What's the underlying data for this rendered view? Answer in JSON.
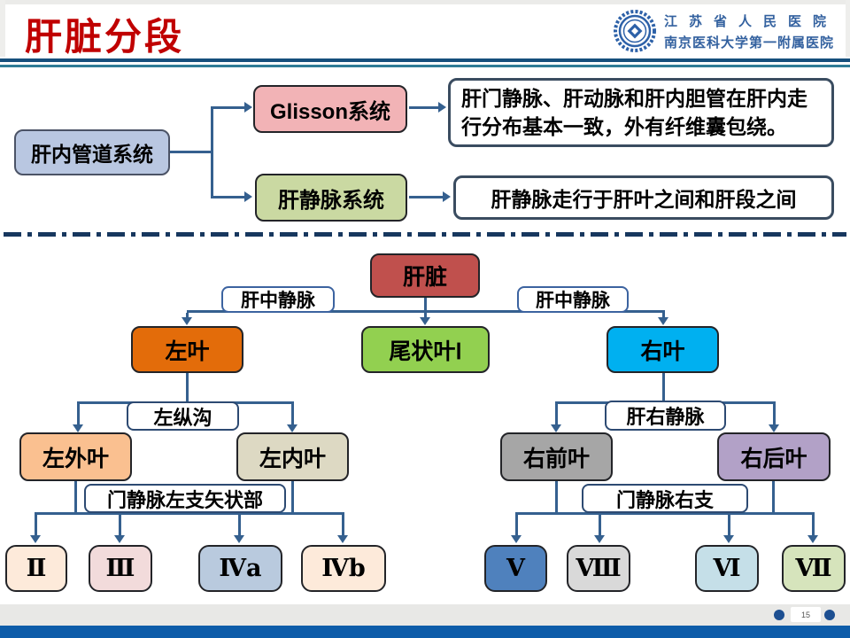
{
  "slide": {
    "title": "肝脏分段",
    "logo": {
      "line1": "江苏省人民医院",
      "line2": "南京医科大学第一附属医院"
    },
    "page_number": "15"
  },
  "top_flow": {
    "root": "肝内管道系统",
    "branches": [
      {
        "label": "Glisson系统",
        "desc": "肝门静脉、肝动脉和肝内胆管在肝内走\n行分布基本一致，外有纤维囊包绕。"
      },
      {
        "label": "肝静脉系统",
        "desc": "肝静脉走行于肝叶之间和肝段之间"
      }
    ]
  },
  "tree": {
    "root": "肝脏",
    "vein_labels": [
      "肝中静脉",
      "肝中静脉"
    ],
    "lobes": [
      "左叶",
      "尾状叶Ⅰ",
      "右叶"
    ],
    "left": {
      "divider": "左纵沟",
      "children": [
        "左外叶",
        "左内叶"
      ],
      "branch_label": "门静脉左支矢状部",
      "segments": [
        "Ⅱ",
        "Ⅲ",
        "Ⅳa",
        "Ⅳb"
      ]
    },
    "right": {
      "divider": "肝右静脉",
      "children": [
        "右前叶",
        "右后叶"
      ],
      "branch_label": "门静脉右支",
      "segments": [
        "Ⅴ",
        "Ⅷ",
        "Ⅵ",
        "Ⅶ"
      ]
    }
  },
  "colors": {
    "title_red": "#c00000",
    "line_blue": "#35608f",
    "root_duct": "#b9c7e1",
    "glisson_pink": "#f2b3b6",
    "hepatic_vein_green": "#cad9a2",
    "liver_red": "#c0504d",
    "left_lobe_orange": "#e36c0a",
    "caudate_green": "#92d050",
    "right_lobe_cyan": "#00b0f0",
    "left_outer_peach": "#fac090",
    "left_inner_beige": "#ddd9c3",
    "right_ant_gray": "#a6a6a6",
    "right_post_purple": "#b2a1c7",
    "seg2": "#fdeada",
    "seg3": "#f2dbdb",
    "seg4a": "#b9cade",
    "seg4b": "#fdeada",
    "seg5": "#4f81bd",
    "seg8": "#d9d9d9",
    "seg6": "#c5dfe8",
    "seg7": "#d6e4bc",
    "footer_blue": "#0d5ca9"
  }
}
